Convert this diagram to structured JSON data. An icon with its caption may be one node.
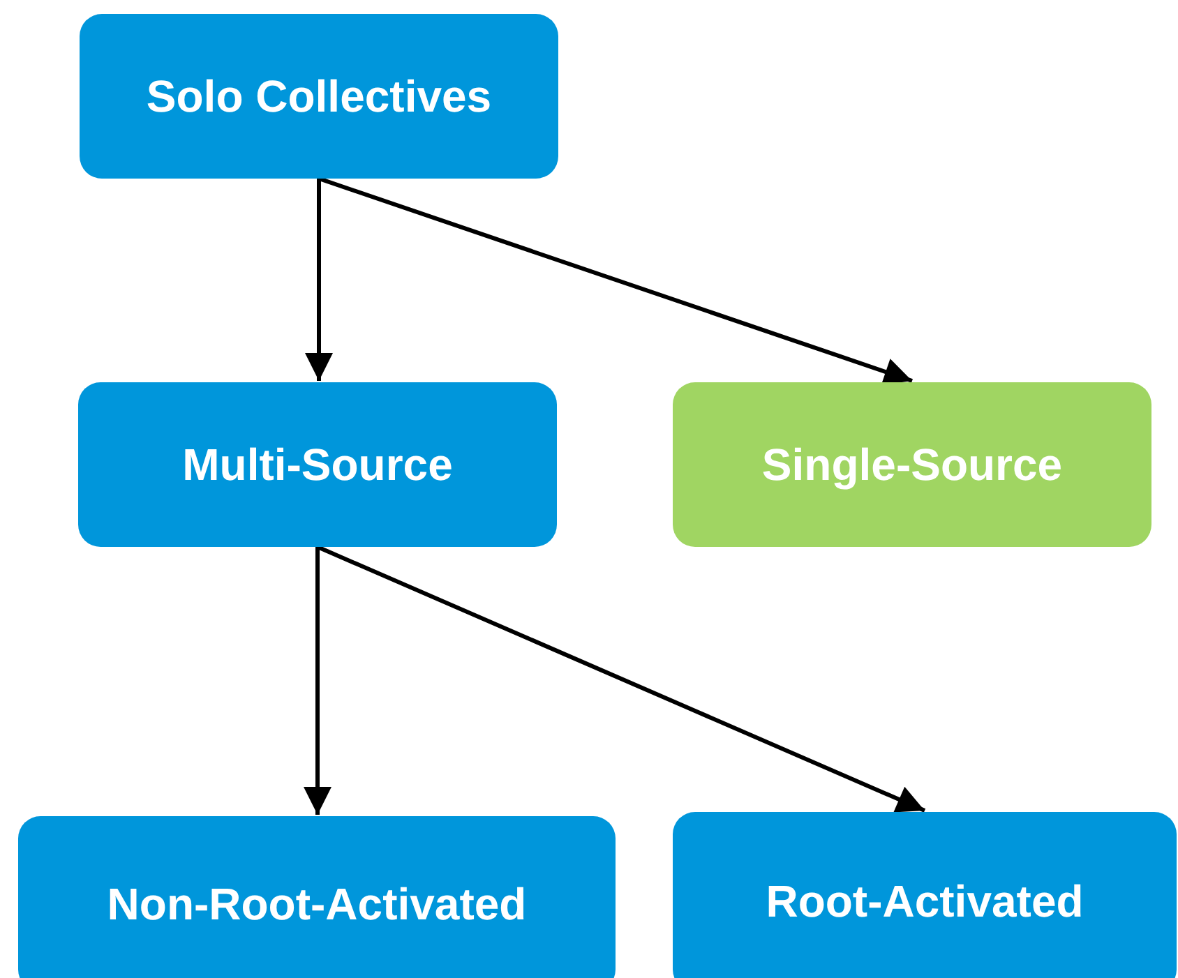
{
  "diagram": {
    "nodes": [
      {
        "text": [
          "Solo Collectives"
        ]
      },
      {
        "text": [
          "Multi-Source"
        ]
      },
      {
        "text": [
          "Single-Source"
        ]
      },
      {
        "text": [
          "Non-Root-Activated"
        ]
      },
      {
        "text": [
          "Root-Activated"
        ]
      }
    ],
    "edges": [
      {
        "from": 0,
        "to": 1,
        "arrow": "to"
      },
      {
        "from": 0,
        "to": 2,
        "arrow": "to"
      },
      {
        "from": 1,
        "to": 3,
        "arrow": "to"
      },
      {
        "from": 1,
        "to": 4,
        "arrow": "to"
      }
    ]
  }
}
